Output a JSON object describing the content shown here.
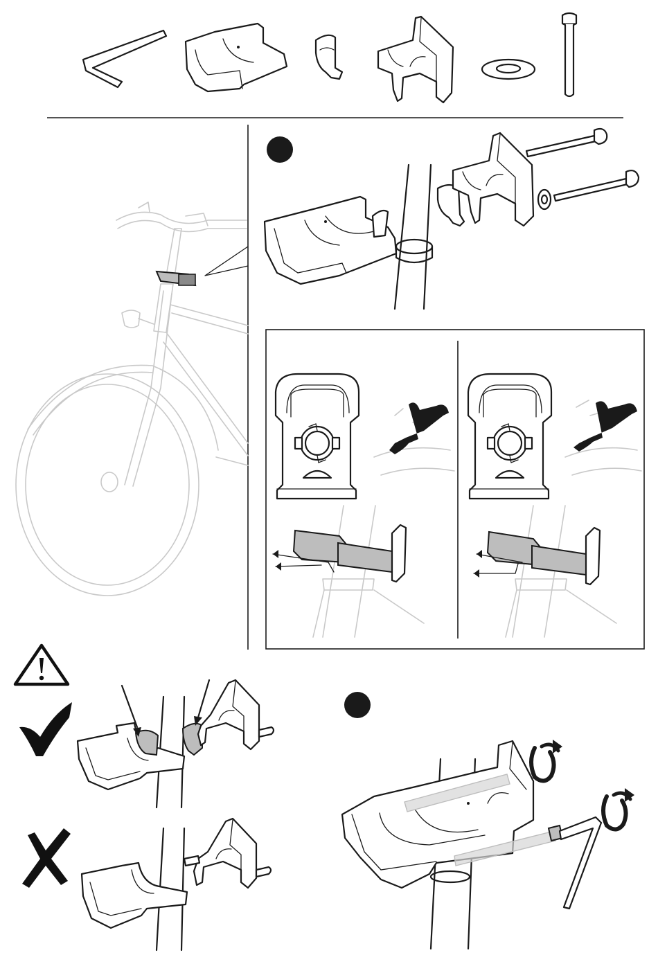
{
  "document": {
    "type": "assembly-instructions",
    "colors": {
      "ink": "#1a1a1a",
      "ghost": "#c9c9c9",
      "panel_fill": "#f4f4f4",
      "highlight": "#bdbdbd",
      "warning": "#111111"
    }
  },
  "parts_row": {
    "parts": [
      {
        "name": "hex-key"
      },
      {
        "name": "clamp-front-half"
      },
      {
        "name": "clamp-insert"
      },
      {
        "name": "clamp-rear-half"
      },
      {
        "name": "washer"
      },
      {
        "name": "bolt"
      }
    ]
  },
  "steps": [
    {
      "marker": "",
      "icon": "filled-circle"
    },
    {
      "marker": "",
      "icon": "filled-circle"
    }
  ],
  "orientation_panel": {
    "options": [
      {
        "name": "orientation-option-a"
      },
      {
        "name": "orientation-option-b"
      }
    ]
  },
  "warning": {
    "icon": "warning-triangle-icon",
    "correct_icon": "checkmark-icon",
    "wrong_icon": "cross-icon"
  }
}
